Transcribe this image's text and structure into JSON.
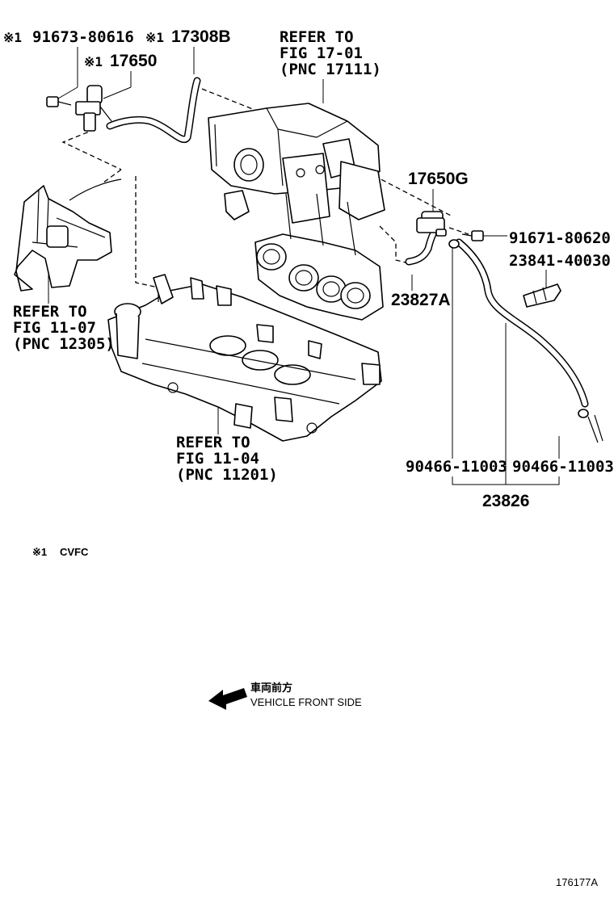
{
  "labels": {
    "p_91673_80616": "91673-80616",
    "p_17308b": "17308B",
    "p_17650": "17650",
    "refer_17_01_l1": "REFER TO",
    "refer_17_01_l2": "FIG 17-01",
    "refer_17_01_l3": "(PNC 17111)",
    "p_17650g": "17650G",
    "p_91671_80620": "91671-80620",
    "p_23841_40030": "23841-40030",
    "p_23827a": "23827A",
    "refer_11_07_l1": "REFER TO",
    "refer_11_07_l2": "FIG 11-07",
    "refer_11_07_l3": "(PNC 12305)",
    "refer_11_04_l1": "REFER TO",
    "refer_11_04_l2": "FIG 11-04",
    "refer_11_04_l3": "(PNC 11201)",
    "p_90466_11003_a": "90466-11003",
    "p_90466_11003_b": "90466-11003",
    "p_23826": "23826",
    "mark_1a": "※1",
    "mark_1b": "※1",
    "mark_1c": "※1",
    "footnote_mark": "※1",
    "footnote_text": "CVFC",
    "direction_jp": "車両前方",
    "direction_en": "VEHICLE FRONT SIDE",
    "figure_id": "176177A"
  }
}
